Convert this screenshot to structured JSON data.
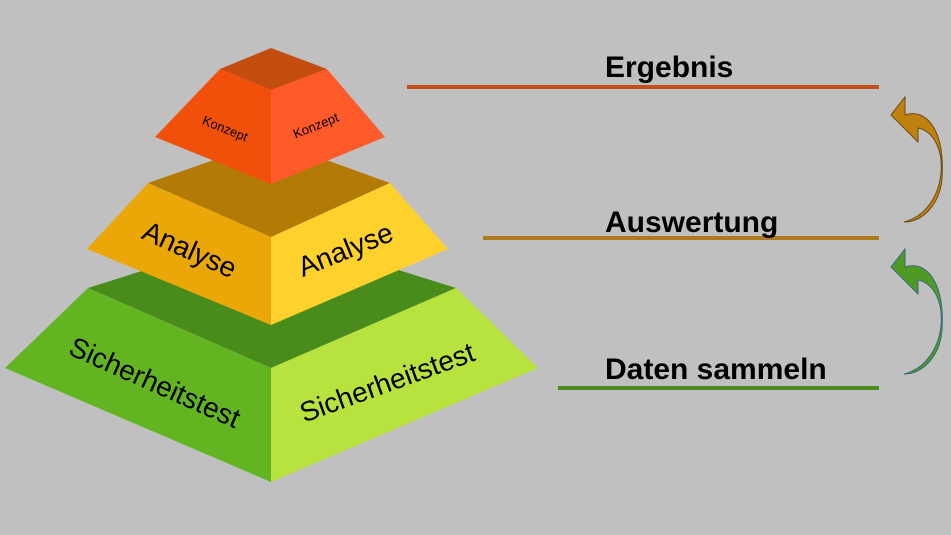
{
  "pyramid": {
    "top": {
      "left_label": "Konzept",
      "right_label": "Konzept",
      "colors": {
        "cap": "#c24d0e",
        "left": "#f0500a",
        "right": "#ff5a2a"
      }
    },
    "middle": {
      "left_label": "Analyse",
      "right_label": "Analyse",
      "colors": {
        "cap": "#b47a06",
        "left": "#eba708",
        "right": "#ffd12c"
      }
    },
    "bottom": {
      "left_label": "Sicherheitstest",
      "right_label": "Sicherheitstest",
      "colors": {
        "cap": "#4a8c1c",
        "left": "#62b521",
        "right": "#b8e33e"
      }
    }
  },
  "stages": [
    {
      "label": "Ergebnis",
      "line_color": "#c0501a"
    },
    {
      "label": "Auswertung",
      "line_color": "#b07a1c"
    },
    {
      "label": "Daten sammeln",
      "line_color": "#4a8c22"
    }
  ],
  "arrows": [
    {
      "icon": "curved-arrow-up-icon",
      "color": "#c0820e"
    },
    {
      "icon": "curved-arrow-up-icon",
      "color": "#4e9a24"
    }
  ],
  "background": "#c0c0c0"
}
